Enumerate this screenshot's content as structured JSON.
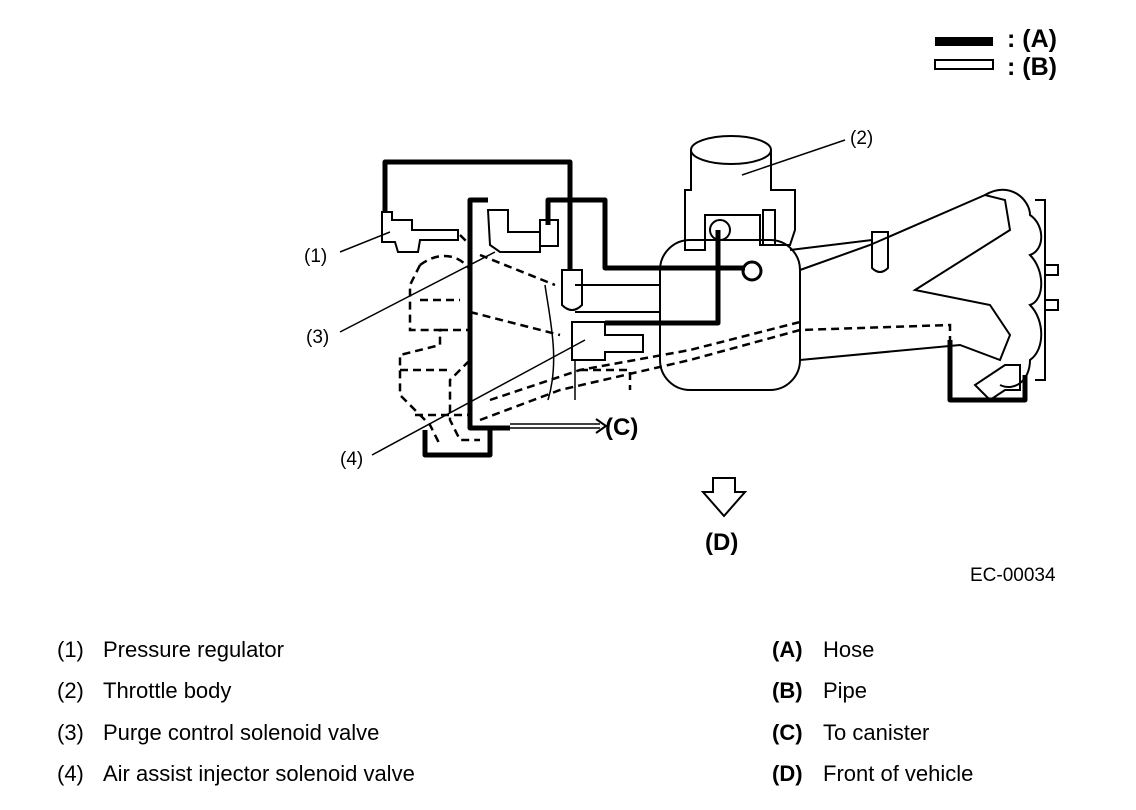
{
  "figure_id": "EC-00034",
  "legend": {
    "hose_key": ": (A)",
    "pipe_key": ": (B)"
  },
  "diagram_labels": {
    "pressure_regulator": "(1)",
    "throttle_body": "(2)",
    "purge_valve": "(3)",
    "air_assist_valve": "(4)",
    "to_canister": "(C)",
    "front_of_vehicle": "(D)"
  },
  "callouts_left": [
    {
      "num": "(1)",
      "text": "Pressure regulator"
    },
    {
      "num": "(2)",
      "text": "Throttle body"
    },
    {
      "num": "(3)",
      "text": "Purge control solenoid valve"
    },
    {
      "num": "(4)",
      "text": "Air assist injector solenoid valve"
    }
  ],
  "callouts_right": [
    {
      "num": "(A)",
      "text": "Hose"
    },
    {
      "num": "(B)",
      "text": "Pipe"
    },
    {
      "num": "(C)",
      "text": "To canister"
    },
    {
      "num": "(D)",
      "text": "Front of vehicle"
    }
  ]
}
